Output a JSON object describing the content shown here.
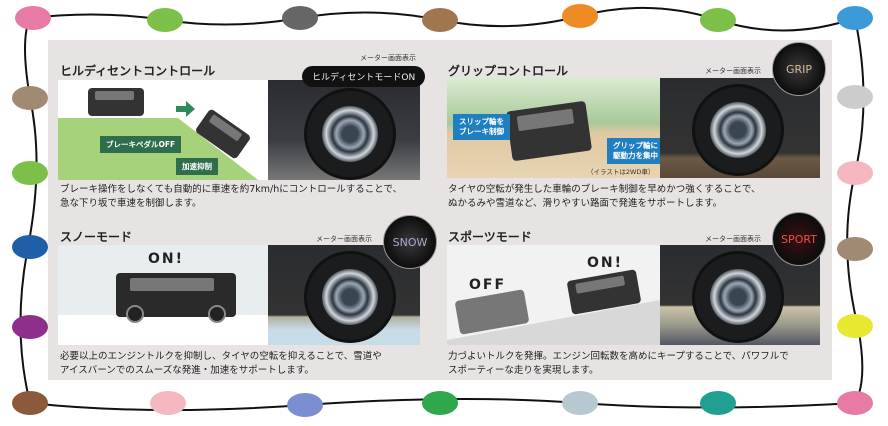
{
  "dot_colors": [
    "#e87aa6",
    "#7cc04a",
    "#666666",
    "#a0764f",
    "#ee8b24",
    "#7cc04a",
    "#3c9ad8",
    "#a08a74",
    "#7cc04a",
    "#1f5fa8",
    "#8e2f8c",
    "#8a5a3a",
    "#cccccc",
    "#f5b8c0",
    "#a08a74",
    "#e8e830",
    "#e87aa6",
    "#f5b8c0",
    "#7b8fd0",
    "#2ea84a",
    "#b8c8d0",
    "#1fa090"
  ],
  "features": [
    {
      "title": "ヒルディセントコントロール",
      "meter_label": "メーター画面表示",
      "meter_display": "ヒルディセントモードON",
      "labels": [
        "ブレーキペダルOFF",
        "加速抑制"
      ],
      "description": [
        "ブレーキ操作をしなくても自動的に車速を約7km/hにコントロールすることで、",
        "急な下り坂で車速を制御します。"
      ]
    },
    {
      "title": "グリップコントロール",
      "meter_label": "メーター画面表示",
      "meter_display": "GRIP",
      "labels": [
        "スリップ輪を",
        "ブレーキ制御",
        "グリップ輪に",
        "駆動力を集中",
        "（イラストは2WD車）"
      ],
      "description": [
        "タイヤの空転が発生した車輪のブレーキ制御を早めかつ強くすることで、",
        "ぬかるみや雪道など、滑りやすい路面で発進をサポートします。"
      ]
    },
    {
      "title": "スノーモード",
      "meter_label": "メーター画面表示",
      "meter_display": "SNOW",
      "labels": [
        "ON!"
      ],
      "description": [
        "必要以上のエンジントルクを抑制し、タイヤの空転を抑えることで、雪道や",
        "アイスバーンでのスムーズな発進・加速をサポートします。"
      ]
    },
    {
      "title": "スポーツモード",
      "meter_label": "メーター画面表示",
      "meter_display": "SPORT",
      "labels": [
        "OFF",
        "ON!"
      ],
      "description": [
        "力づよいトルクを発揮。エンジン回転数を高めにキープすることで、パワフルで",
        "スポーティーな走りを実現します。"
      ]
    }
  ]
}
